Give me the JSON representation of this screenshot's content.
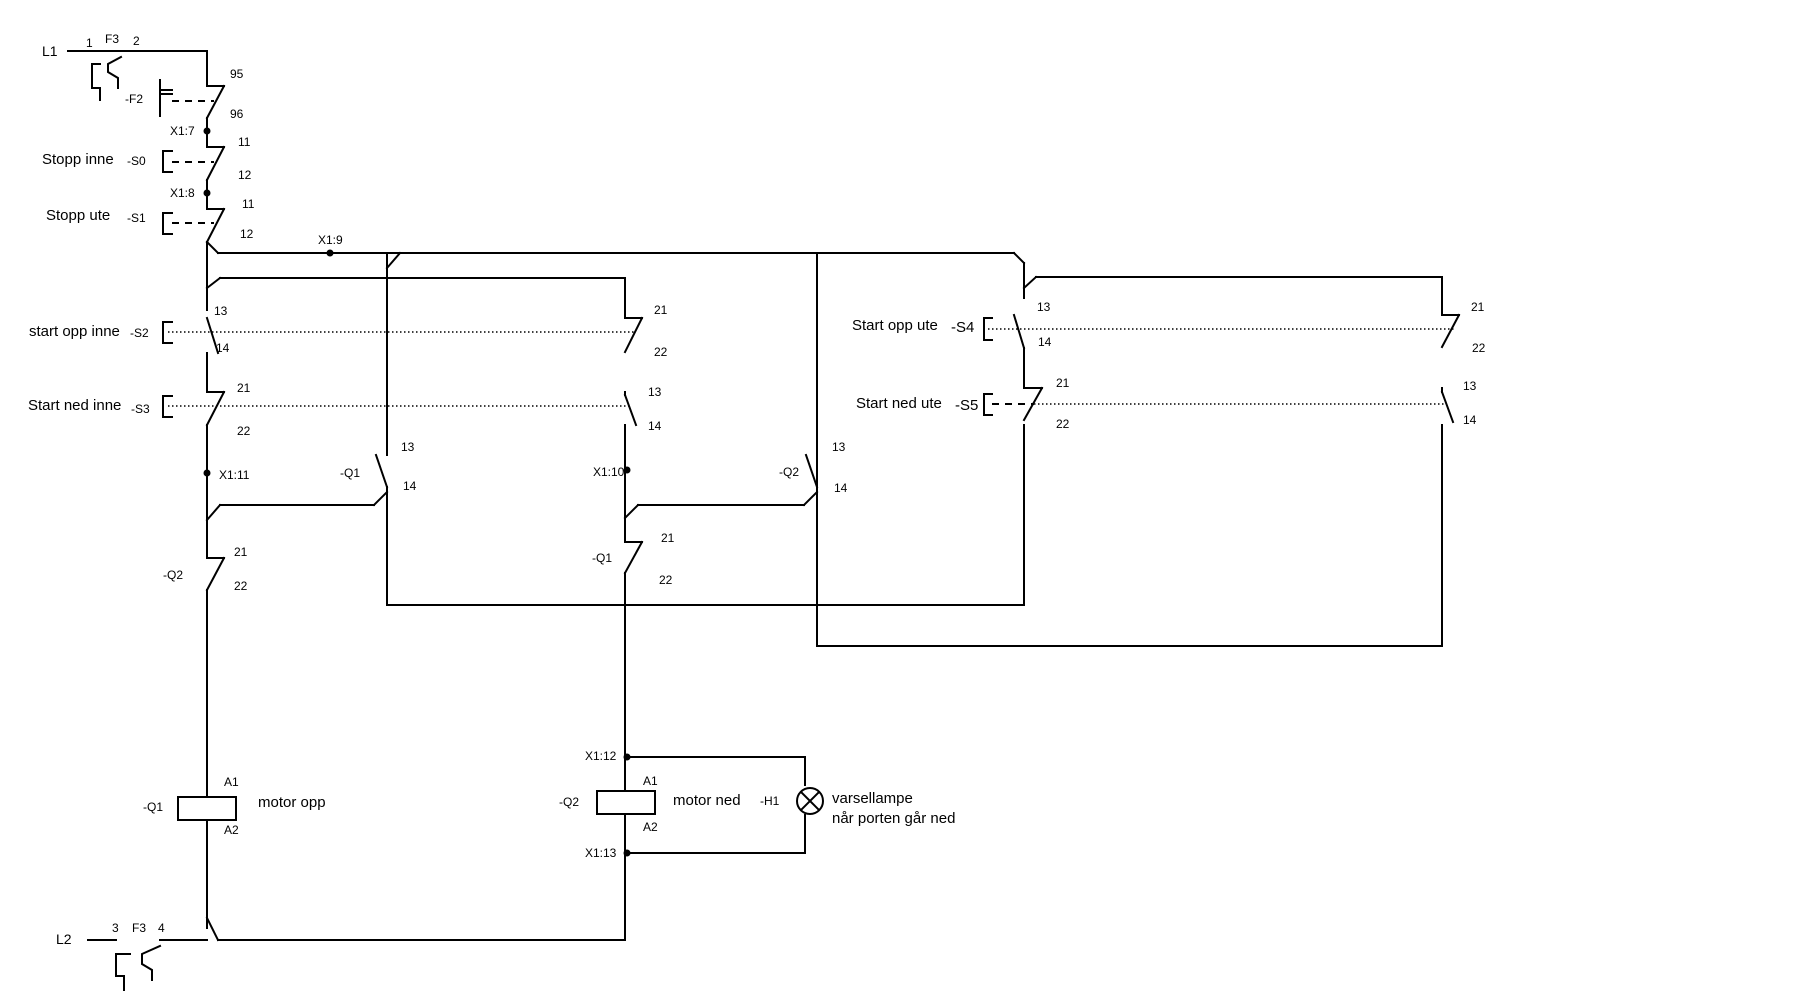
{
  "supply": {
    "l1": "L1",
    "l2": "L2",
    "fuse": "F3",
    "fuse_pin_1": "1",
    "fuse_pin_2": "2",
    "fuse_pin_3": "3",
    "fuse_pin_4": "4"
  },
  "overload": {
    "tag": "-F2",
    "pin_in": "95",
    "pin_out": "96"
  },
  "terminals": {
    "x1_7": "X1:7",
    "x1_8": "X1:8",
    "x1_9": "X1:9",
    "x1_10": "X1:10",
    "x1_11": "X1:11",
    "x1_12": "X1:12",
    "x1_13": "X1:13"
  },
  "buttons": {
    "s0": {
      "name": "Stopp inne",
      "tag": "-S0",
      "pin_a": "11",
      "pin_b": "12"
    },
    "s1": {
      "name": "Stopp ute",
      "tag": "-S1",
      "pin_a": "11",
      "pin_b": "12"
    },
    "s2": {
      "name": "start opp inne",
      "tag": "-S2",
      "no_a": "13",
      "no_b": "14",
      "nc_a": "21",
      "nc_b": "22"
    },
    "s3": {
      "name": "Start ned inne",
      "tag": "-S3",
      "nc_a": "21",
      "nc_b": "22",
      "no_a": "13",
      "no_b": "14"
    },
    "s4": {
      "name": "Start opp ute",
      "tag": "-S4",
      "no_a": "13",
      "no_b": "14",
      "nc_a": "21",
      "nc_b": "22"
    },
    "s5": {
      "name": "Start ned ute",
      "tag": "-S5",
      "nc_a": "21",
      "nc_b": "22",
      "no_a": "13",
      "no_b": "14"
    }
  },
  "contacts": {
    "q1_hold": {
      "tag": "-Q1",
      "pin_a": "13",
      "pin_b": "14"
    },
    "q2_hold": {
      "tag": "-Q2",
      "pin_a": "13",
      "pin_b": "14"
    },
    "q2_interlock": {
      "tag": "-Q2",
      "pin_a": "21",
      "pin_b": "22"
    },
    "q1_interlock": {
      "tag": "-Q1",
      "pin_a": "21",
      "pin_b": "22"
    }
  },
  "coils": {
    "q1": {
      "tag": "-Q1",
      "a1": "A1",
      "a2": "A2",
      "label": "motor opp"
    },
    "q2": {
      "tag": "-Q2",
      "a1": "A1",
      "a2": "A2",
      "label": "motor ned"
    }
  },
  "lamp": {
    "tag": "-H1",
    "label_line1": "varsellampe",
    "label_line2": "når porten går ned"
  }
}
